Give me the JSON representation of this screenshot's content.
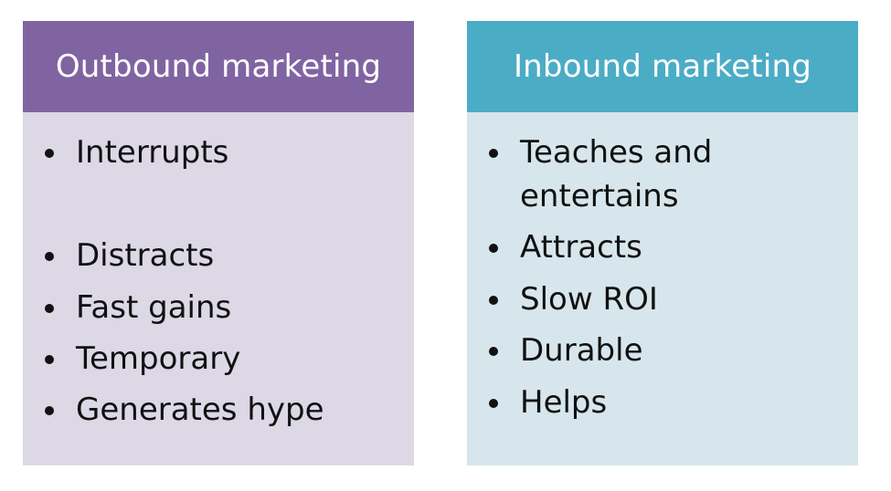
{
  "panels": [
    {
      "title": "Outbound marketing",
      "header_color": "#8064a2",
      "body_color": "#dcd8e6",
      "items": [
        "Interrupts",
        "Distracts",
        "Fast gains",
        "Temporary",
        "Generates hype"
      ]
    },
    {
      "title": "Inbound marketing",
      "header_color": "#4bacc6",
      "body_color": "#d6e6ec",
      "items": [
        "Teaches and",
        "entertains",
        "Attracts",
        "Slow ROI",
        "Durable",
        "Helps"
      ]
    }
  ]
}
